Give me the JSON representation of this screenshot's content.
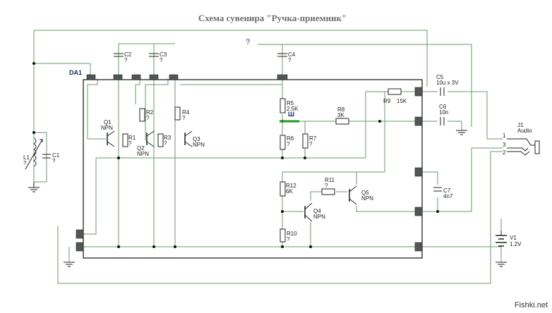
{
  "title": "Схема сувенира \"Ручка-приемник\"",
  "watermark": "Fishki.net",
  "colors": {
    "wire": "#6b9a6b",
    "block": "#111111",
    "pin": "#555555",
    "highlight": "#1f9a1f"
  },
  "labels": {
    "da1": "DA1",
    "q_top": "?",
    "L1": "L1",
    "L1_val": "?",
    "C1": "C1",
    "C1_val": "?",
    "C2": "C2",
    "C2_val": "?",
    "C3": "C3",
    "C3_val": "?",
    "C4": "C4",
    "C4_val": "?",
    "Q1": "Q1",
    "Q1_type": "NPN",
    "Q2": "Q2",
    "Q2_type": "NPN",
    "Q3": "Q3",
    "Q3_type": "NPN",
    "Q4": "Q4",
    "Q4_type": "NPN",
    "Q5": "Q5",
    "Q5_type": "NPN",
    "R1": "R1",
    "R1_val": "?",
    "R2": "R2",
    "R2_val": "?",
    "R3": "R3",
    "R3_val": "?",
    "R4": "R4",
    "R4_val": "?",
    "R5": "R5",
    "R5_val": "2.5K",
    "R6": "R6",
    "R6_val": "?",
    "R7": "R7",
    "R7_val": "?",
    "R8": "R8",
    "R8_val": "3K",
    "R9": "R9",
    "R9_val": "15K",
    "R10": "R10",
    "R10_val": "?",
    "R11": "R11",
    "R11_val": "?",
    "R12": "R12",
    "R12_val": "6K",
    "C5": "C5",
    "C5_val": "10u x 3V",
    "C6": "C6",
    "C6_val": "10n",
    "C7": "C7",
    "C7_val": "4n7",
    "J1": "J1",
    "J1_val": "Audio",
    "J1_pin1": "1",
    "J1_pin2": "2",
    "J1_pin3": "3",
    "V1": "V1",
    "V1_val": "1.2V",
    "sh": "Ш"
  }
}
